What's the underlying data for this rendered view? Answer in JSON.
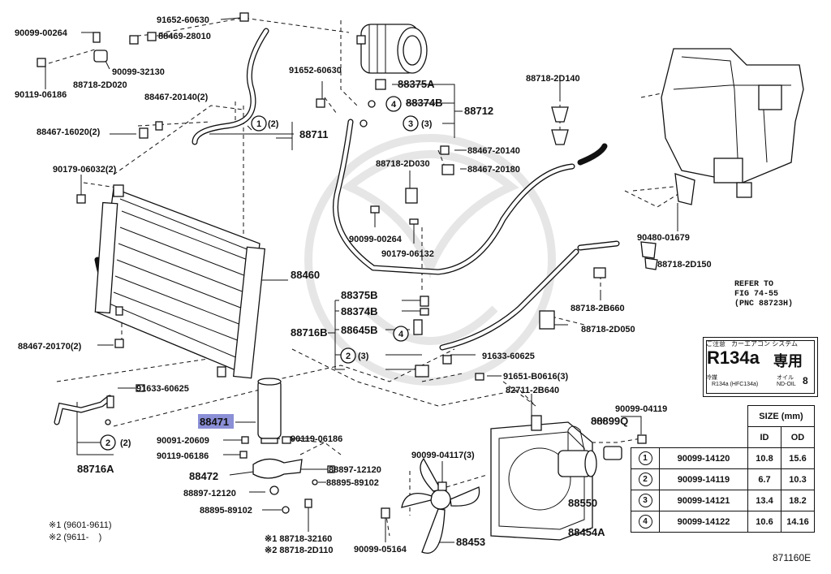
{
  "callouts": {
    "p90099_00264_a": "90099-00264",
    "p91652_60630_a": "91652-60630",
    "p88469_28010": "88469-28010",
    "p90099_32130": "90099-32130",
    "p88718_2d020": "88718-2D020",
    "p90119_06186_a": "90119-06186",
    "p88467_20140_2": "88467-20140(2)",
    "p88467_16020_2": "88467-16020(2)",
    "p90179_06032_2": "90179-06032(2)",
    "p91652_60630_b": "91652-60630",
    "p88375a": "88375A",
    "p88374b_top": "88374B",
    "p88712": "88712",
    "p88711": "88711",
    "circle1_qty": "(2)",
    "circle3_qty": "(3)",
    "p88467_20140": "88467-20140",
    "p88718_2d030": "88718-2D030",
    "p88467_20180": "88467-20180",
    "p90099_00264_b": "90099-00264",
    "p90179_06132": "90179-06132",
    "p88718_2d140": "88718-2D140",
    "p90480_01679": "90480-01679",
    "p88718_2d150": "88718-2D150",
    "p88460": "88460",
    "p88375b": "88375B",
    "p88374b_mid": "88374B",
    "p88645b": "88645B",
    "p88716b": "88716B",
    "circle2_qty_mid": "(3)",
    "p88718_2b660": "88718-2B660",
    "p88718_2d050": "88718-2D050",
    "p91633_60625_a": "91633-60625",
    "p88467_20170_2": "88467-20170(2)",
    "p91633_60625_b": "91633-60625",
    "p91651_b0616_3": "91651-B0616(3)",
    "p82711_2b640": "82711-2B640",
    "p88471": "88471",
    "p90091_20609": "90091-20609",
    "p90119_06186_b": "90119-06186",
    "p90119_06186_c": "90119-06186",
    "p88472": "88472",
    "p88897_12120_a": "88897-12120",
    "p88897_12120_b": "88897-12120",
    "p88895_89102_a": "88895-89102",
    "p88895_89102_b": "88895-89102",
    "p88716a": "88716A",
    "circle2_qty_left": "(2)",
    "p88718_32160": "※1 88718-32160",
    "p88718_2d110": "※2 88718-2D110",
    "p90099_04117_3": "90099-04117(3)",
    "p88550": "88550",
    "p88453": "88453",
    "p88454a": "88454A",
    "p90099_05164": "90099-05164",
    "p88899q": "88899Q",
    "p90099_04119": "90099-04119"
  },
  "circle_numbers": [
    "1",
    "2",
    "3",
    "4"
  ],
  "notes": {
    "note1": "※1 (9601-9611)",
    "note2": "※2 (9611-    )"
  },
  "refer_note": "REFER TO\nFIG 74-55\n(PNC 88723H)",
  "label_sticker": {
    "header_left": "ご注意",
    "header_right": "カーエアコン システム",
    "refrigerant": "R134a",
    "kanji": "専用",
    "foot_left_title": "冷媒",
    "foot_left_value": "R134a (HFC134a)",
    "foot_right_title": "オイル",
    "foot_right_value": "ND-OIL",
    "foot_number": "8"
  },
  "size_table": {
    "title": "SIZE (mm)",
    "col_id": "ID",
    "col_od": "OD",
    "rows": [
      {
        "circle": "1",
        "part": "90099-14120",
        "id": "10.8",
        "od": "15.6"
      },
      {
        "circle": "2",
        "part": "90099-14119",
        "id": "6.7",
        "od": "10.3"
      },
      {
        "circle": "3",
        "part": "90099-14121",
        "id": "13.4",
        "od": "18.2"
      },
      {
        "circle": "4",
        "part": "90099-14122",
        "id": "10.6",
        "od": "14.16"
      }
    ]
  },
  "figure_id": "871160E",
  "highlight_color": "#8b8fd6"
}
